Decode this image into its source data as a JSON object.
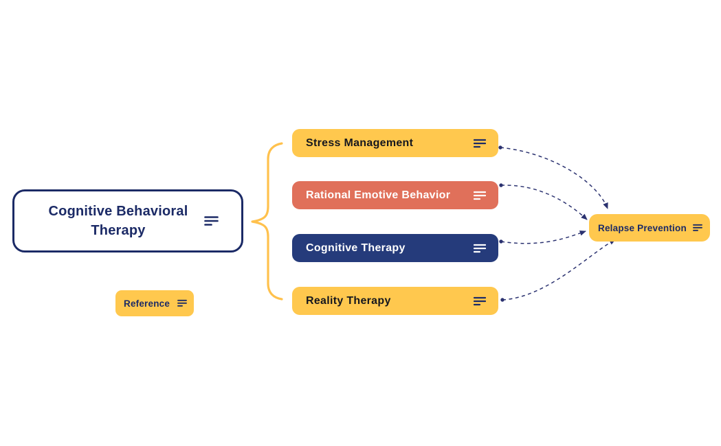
{
  "colors": {
    "canvas": "#FFFFFF",
    "yellow": "#FFC84E",
    "red": "#E0705A",
    "navy": "#253B7B",
    "ink": "#1B2A66",
    "text_dark": "#15171E",
    "text_light": "#FFFFFF",
    "connector": "#2B3270",
    "brace": "#FFC14D"
  },
  "mindmap": {
    "root": {
      "label": "Cognitive Behavioral Therapy"
    },
    "reference": {
      "label": "Reference"
    },
    "topics": [
      {
        "label": "Stress Management",
        "fill": "yellow"
      },
      {
        "label": "Rational Emotive Behavior",
        "fill": "red"
      },
      {
        "label": "Cognitive Therapy",
        "fill": "navy"
      },
      {
        "label": "Reality Therapy",
        "fill": "yellow"
      }
    ],
    "floating_topic": {
      "label": "Relapse Prevention"
    },
    "relationships": [
      {
        "from": "Stress Management",
        "to": "Relapse Prevention",
        "style": "dashed-arrow"
      },
      {
        "from": "Rational Emotive Behavior",
        "to": "Relapse Prevention",
        "style": "dashed-arrow"
      },
      {
        "from": "Cognitive Therapy",
        "to": "Relapse Prevention",
        "style": "dashed-arrow"
      },
      {
        "from": "Reality Therapy",
        "to": "Relapse Prevention",
        "style": "dashed-arrow"
      }
    ]
  }
}
